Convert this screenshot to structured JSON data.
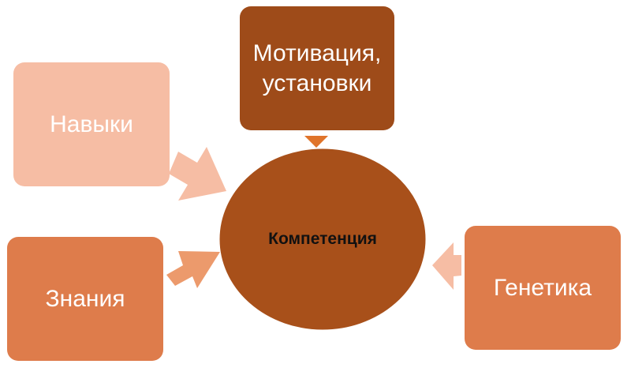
{
  "colors": {
    "skills": "#f6bda4",
    "motivation": "#9e4b19",
    "knowledge": "#de7c4b",
    "genetics": "#de7c4b",
    "center": "#a8501a",
    "center_border": "#ffffff",
    "arrow_skills": "#f6bda4",
    "arrow_knowledge": "#ec9a6c",
    "arrow_genetics": "#f6bda4",
    "arrow_motivation": "#e0742a"
  },
  "nodes": {
    "skills": "Навыки",
    "motivation": "Мотивация, установки",
    "knowledge": "Знания",
    "genetics": "Генетика",
    "center": "Компетенция"
  }
}
